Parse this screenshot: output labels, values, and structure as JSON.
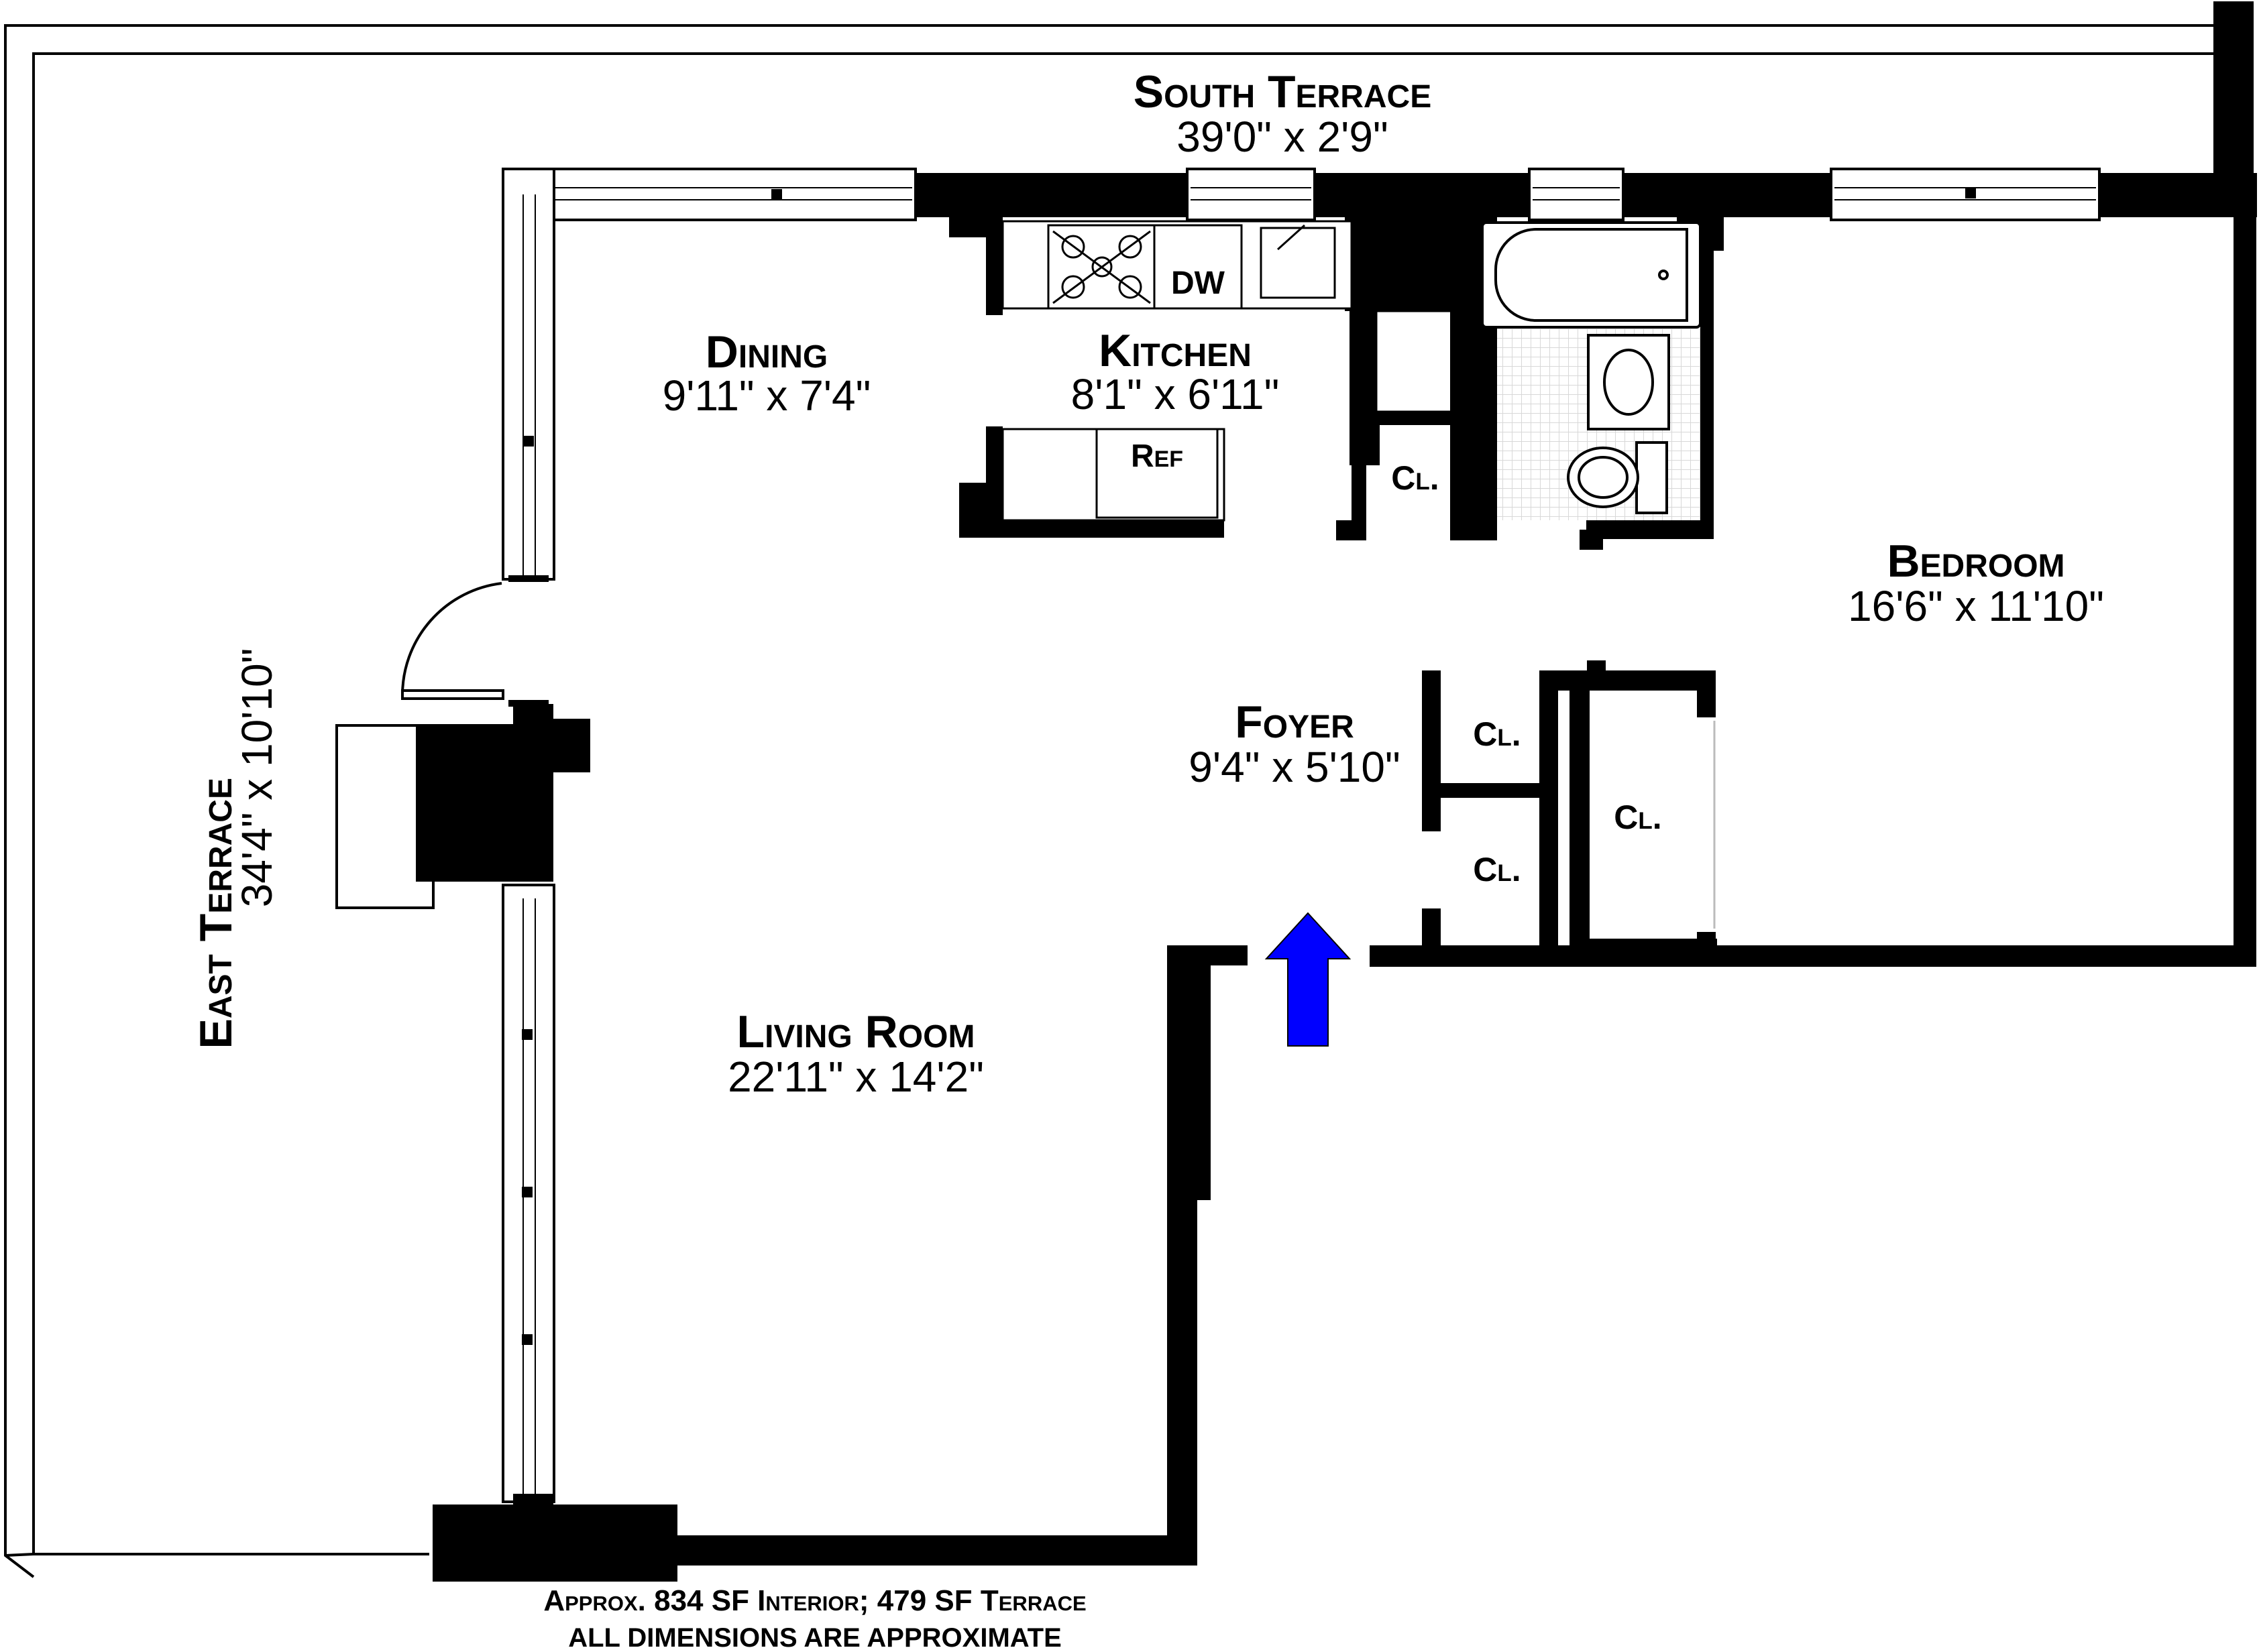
{
  "rooms": {
    "south_terrace": {
      "name": "South Terrace",
      "dims": "39'0\" x 2'9\""
    },
    "east_terrace": {
      "name": "East Terrace",
      "dims": "34'4\" x 10'10\""
    },
    "dining": {
      "name": "Dining",
      "dims": "9'11\" x 7'4\""
    },
    "kitchen": {
      "name": "Kitchen",
      "dims": "8'1\" x 6'11\""
    },
    "bedroom": {
      "name": "Bedroom",
      "dims": "16'6\" x 11'10\""
    },
    "foyer": {
      "name": "Foyer",
      "dims": "9'4\" x 5'10\""
    },
    "living_room": {
      "name": "Living Room",
      "dims": "22'11\" x 14'2\""
    }
  },
  "fixtures": {
    "dishwasher": "DW",
    "refrigerator": "Ref",
    "closet": "Cl."
  },
  "footer": {
    "area": "Approx. 834 SF Interior; 479 SF Terrace",
    "disclaimer": "ALL DIMENSIONS ARE APPROXIMATE"
  },
  "colors": {
    "wall": "#000000",
    "entry_arrow": "#0000FF",
    "bath_tile": "#D8D8D8"
  },
  "icons": [
    "entry-arrow-icon",
    "range-icon",
    "sink-icon",
    "bathtub-icon",
    "toilet-icon",
    "door-swing-icon"
  ]
}
